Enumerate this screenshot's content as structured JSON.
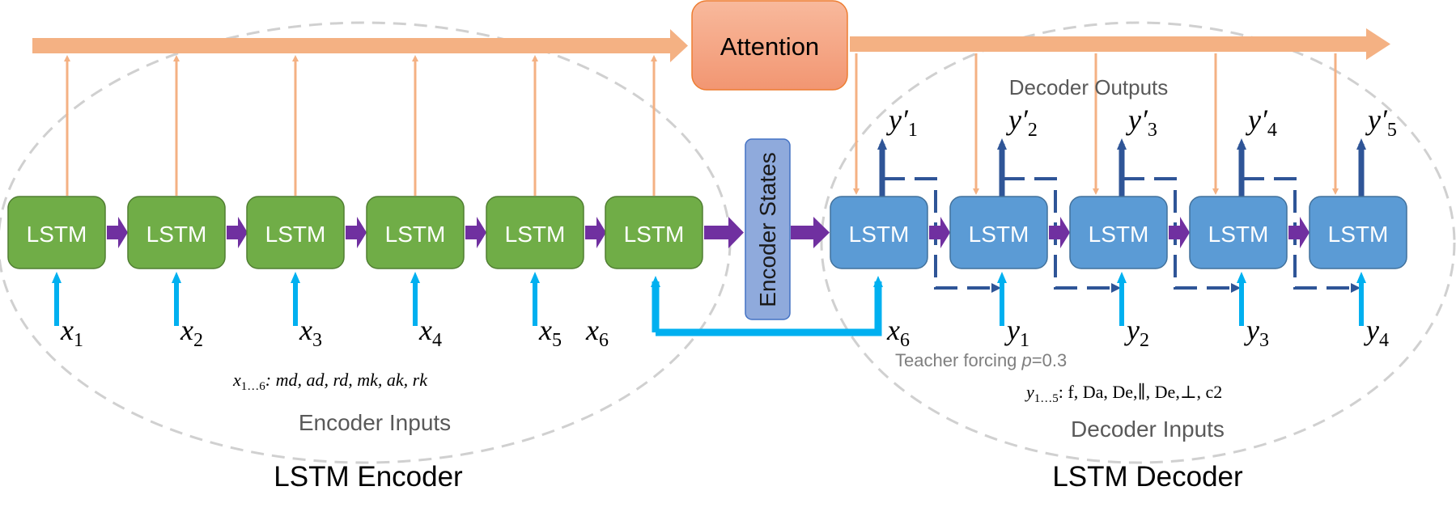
{
  "colors": {
    "encoder_lstm": "#70ad47",
    "encoder_lstm_border": "#507e32",
    "decoder_lstm": "#5b9bd5",
    "decoder_lstm_border": "#41719c",
    "attention_fill": "#f4a582",
    "attention_bar": "#f4b183",
    "encoder_states": "#8faadc",
    "purple_arrow": "#7030a0",
    "input_arrow": "#00b0f0",
    "output_arrow": "#2f5597",
    "ellipse": "#d0d0d0",
    "subtle_text": "#595959"
  },
  "attention": {
    "label": "Attention"
  },
  "encoder_states": {
    "label": "Encoder States"
  },
  "encoder": {
    "title": "LSTM Encoder",
    "inputs_title": "Encoder Inputs",
    "cells": [
      {
        "label": "LSTM",
        "input": "x",
        "sub": "1"
      },
      {
        "label": "LSTM",
        "input": "x",
        "sub": "2"
      },
      {
        "label": "LSTM",
        "input": "x",
        "sub": "3"
      },
      {
        "label": "LSTM",
        "input": "x",
        "sub": "4"
      },
      {
        "label": "LSTM",
        "input": "x",
        "sub": "5"
      },
      {
        "label": "LSTM",
        "input": "x",
        "sub": "6"
      }
    ],
    "inputs_def": {
      "var": "x",
      "sub": "1…6",
      "rest": ": md, ad, rd, mk, ak, rk"
    }
  },
  "decoder": {
    "title": "LSTM Decoder",
    "inputs_title": "Decoder Inputs",
    "outputs_title": "Decoder Outputs",
    "teacher_forcing": {
      "text": "Teacher forcing ",
      "p": "p",
      "value": "=0.3"
    },
    "cells": [
      {
        "label": "LSTM",
        "output": "y′",
        "out_sub": "1",
        "input": "x",
        "in_sub": "6"
      },
      {
        "label": "LSTM",
        "output": "y′",
        "out_sub": "2",
        "input": "y",
        "in_sub": "1"
      },
      {
        "label": "LSTM",
        "output": "y′",
        "out_sub": "3",
        "input": "y",
        "in_sub": "2"
      },
      {
        "label": "LSTM",
        "output": "y′",
        "out_sub": "4",
        "input": "y",
        "in_sub": "3"
      },
      {
        "label": "LSTM",
        "output": "y′",
        "out_sub": "5",
        "input": "y",
        "in_sub": "4"
      }
    ],
    "inputs_def": {
      "var": "y",
      "sub": "1…5",
      "rest": ": f, Da, De,∥, De,⊥, c2"
    }
  }
}
